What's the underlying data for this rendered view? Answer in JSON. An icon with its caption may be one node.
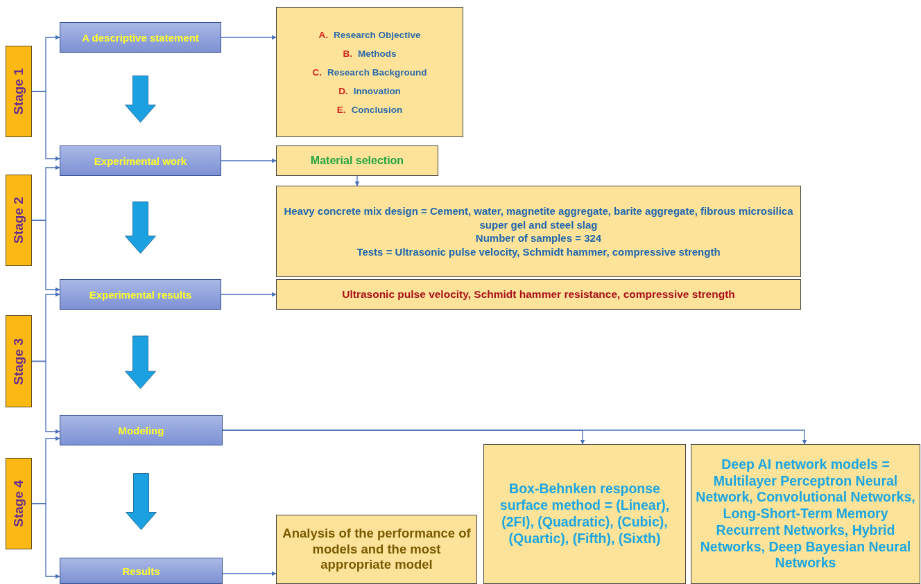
{
  "diagram": {
    "nodes": [
      {
        "text": [
          "Stage 1"
        ]
      },
      {
        "text": [
          "Stage 2"
        ]
      },
      {
        "text": [
          "Stage 3"
        ]
      },
      {
        "text": [
          "Stage 4"
        ]
      },
      {
        "text": [
          "A descriptive statement"
        ]
      },
      {
        "text": [
          "A. Research Objective",
          "B. Methods",
          "C. Research Background",
          "D. Innovation",
          "E. Conclusion"
        ]
      },
      {
        "text": [
          "Experimental work"
        ]
      },
      {
        "text": [
          "Material selection"
        ]
      },
      {
        "text": [
          "Heavy concrete mix design = Cement, water, magnetite aggregate, barite aggregate, fibrous microsilica super gel and steel slag",
          "Number of samples = 324",
          "Tests = Ultrasonic pulse velocity, Schmidt hammer, compressive strength"
        ]
      },
      {
        "text": [
          "Experimental results"
        ]
      },
      {
        "text": [
          "Ultrasonic pulse velocity, Schmidt hammer resistance, compressive strength"
        ]
      },
      {
        "text": [
          "Modeling"
        ]
      },
      {
        "text": [
          "Box-Behnken response surface method = (Linear), (2FI), (Quadratic), (Cubic),(Quartic), (Fifth), (Sixth)"
        ]
      },
      {
        "text": [
          "Deep AI network models = Multilayer Perceptron Neural Network, Convolutional Networks, Long-Short-Term Memory Recurrent Networks, Hybrid Networks, Deep Bayesian Neural Networks"
        ]
      },
      {
        "text": [
          "Results"
        ]
      },
      {
        "text": [
          "Analysis of the performance of models and the most appropriate model"
        ]
      }
    ],
    "edges": [
      {
        "from": 0,
        "to": 4,
        "arrow": "to"
      },
      {
        "from": 0,
        "to": 6,
        "arrow": "to"
      },
      {
        "from": 1,
        "to": 6,
        "arrow": "to"
      },
      {
        "from": 1,
        "to": 9,
        "arrow": "to"
      },
      {
        "from": 2,
        "to": 9,
        "arrow": "to"
      },
      {
        "from": 2,
        "to": 11,
        "arrow": "to"
      },
      {
        "from": 3,
        "to": 11,
        "arrow": "to"
      },
      {
        "from": 3,
        "to": 14,
        "arrow": "to"
      },
      {
        "from": 4,
        "to": 6,
        "arrow": "to",
        "style": "thick",
        "color": "#1ba1e2"
      },
      {
        "from": 6,
        "to": 9,
        "arrow": "to",
        "style": "thick",
        "color": "#1ba1e2"
      },
      {
        "from": 9,
        "to": 11,
        "arrow": "to",
        "style": "thick",
        "color": "#1ba1e2"
      },
      {
        "from": 11,
        "to": 14,
        "arrow": "to",
        "style": "thick",
        "color": "#1ba1e2"
      },
      {
        "from": 4,
        "to": 5,
        "arrow": "to"
      },
      {
        "from": 6,
        "to": 7,
        "arrow": "to"
      },
      {
        "from": 7,
        "to": 8,
        "arrow": "to"
      },
      {
        "from": 9,
        "to": 10,
        "arrow": "to"
      },
      {
        "from": 11,
        "to": 12,
        "arrow": "to"
      },
      {
        "from": 11,
        "to": 13,
        "arrow": "to"
      },
      {
        "from": 14,
        "to": 15,
        "arrow": "to"
      }
    ]
  }
}
